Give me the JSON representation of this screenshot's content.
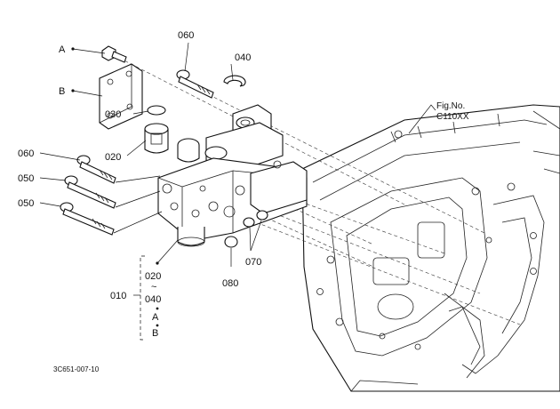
{
  "labels": {
    "A": "A",
    "B": "B",
    "p060_top": "060",
    "p040": "040",
    "p030": "030",
    "p020": "020",
    "p060_left": "060",
    "p050_upper": "050",
    "p050_lower": "050",
    "p070": "070",
    "p080": "080",
    "p010": "010",
    "range_top": "020",
    "range_tilde": "~",
    "range_bottom": "040",
    "range_a": "A",
    "range_b": "B"
  },
  "figure": {
    "label": "Fig.No.",
    "code": "C110XX"
  },
  "drawing_code": "3C651-007-10"
}
